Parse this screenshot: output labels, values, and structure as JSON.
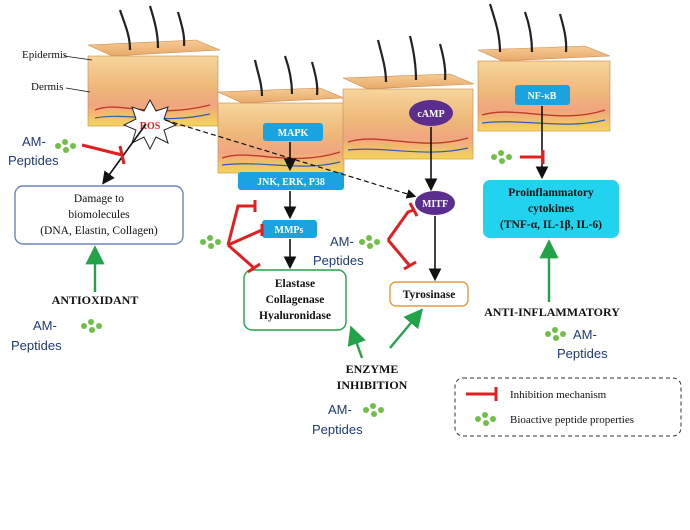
{
  "skin_labels": {
    "epidermis": "Epidermis",
    "dermis": "Dermis"
  },
  "nodes": {
    "ros": "ROS",
    "mapk": "MAPK",
    "jnk": "JNK, ERK, P38",
    "mmps": "MMPs",
    "camp": "cAMP",
    "mitf": "MITF",
    "nfkb": "NF-κB"
  },
  "boxes": {
    "damage": [
      "Damage to",
      "biomolecules",
      "(DNA, Elastin, Collagen)"
    ],
    "elastase": [
      "Elastase",
      "Collagenase",
      "Hyaluronidase"
    ],
    "tyrosinase": "Tyrosinase",
    "proinflammatory": [
      "Proinflammatory",
      "cytokines",
      "(TNF-α, IL-1β, IL-6)"
    ]
  },
  "categories": {
    "antioxidant": "ANTIOXIDANT",
    "enzyme": [
      "ENZYME",
      "INHIBITION"
    ],
    "anti_inflammatory": "ANTI-INFLAMMATORY"
  },
  "peptide_label": [
    "AM-",
    "Peptides"
  ],
  "legend": {
    "inhibition": "Inhibition mechanism",
    "bioactive": "Bioactive peptide properties"
  },
  "colors": {
    "inhibit_red": "#e02020",
    "activate_green": "#22a34a",
    "node_blue": "#1aa3e0",
    "node_purple": "#5b2d8e",
    "cyan_box": "#22d3f0",
    "skin_tan": "#f2c58a"
  }
}
